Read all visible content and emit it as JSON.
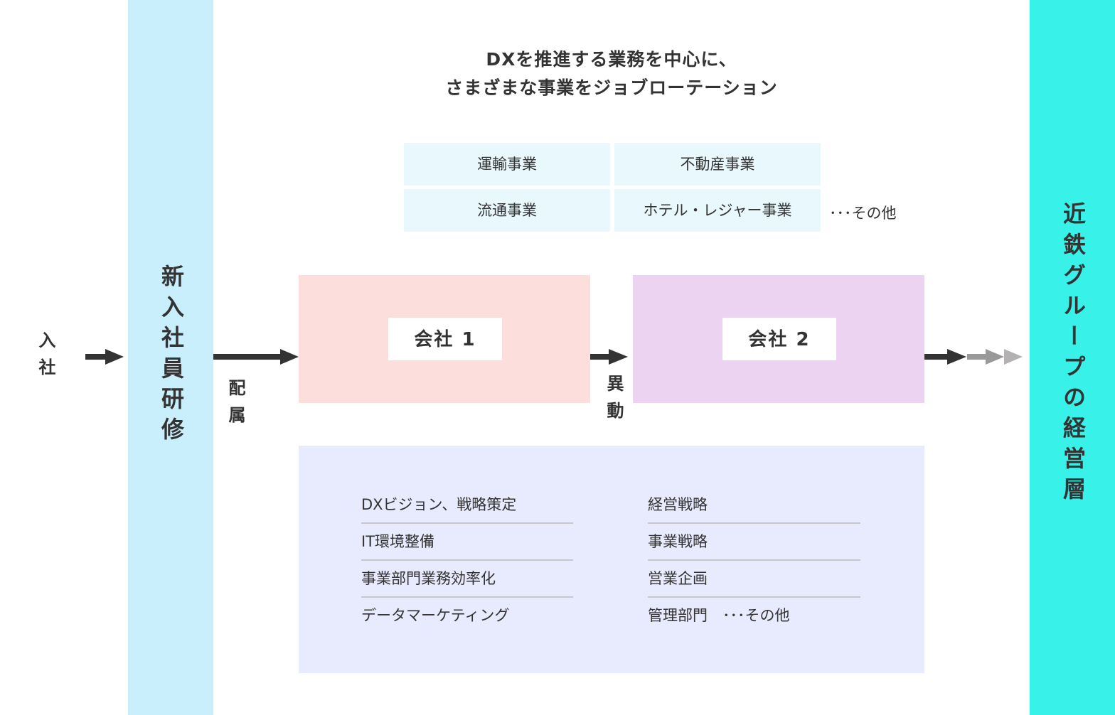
{
  "entry_label": "入社",
  "training_label": "新入社員研修",
  "assignment_label": "配属",
  "transfer_label": "異動",
  "executive_label": "近鉄グループの経営層",
  "headline": {
    "line1": "DXを推進する業務を中心に、",
    "line2": "さまざまな事業をジョブローテーション"
  },
  "businesses": [
    "運輸事業",
    "不動産事業",
    "流通事業",
    "ホテル・レジャー事業"
  ],
  "businesses_others": "･･･その他",
  "companies": [
    "会社 1",
    "会社 2"
  ],
  "duties_left": [
    "DXビジョン、戦略策定",
    "IT環境整備",
    "事業部門業務効率化",
    "データマーケティング"
  ],
  "duties_right": [
    "経営戦略",
    "事業戦略",
    "営業企画",
    "管理部門　･･･その他"
  ],
  "colors": {
    "training": "#c9effd",
    "executive": "#38f2ea",
    "company1": "#fcdedd",
    "company2": "#ecd3f2",
    "panel": "#e8eafd",
    "cell": "#e9f8fc",
    "arrow": "#333333"
  }
}
